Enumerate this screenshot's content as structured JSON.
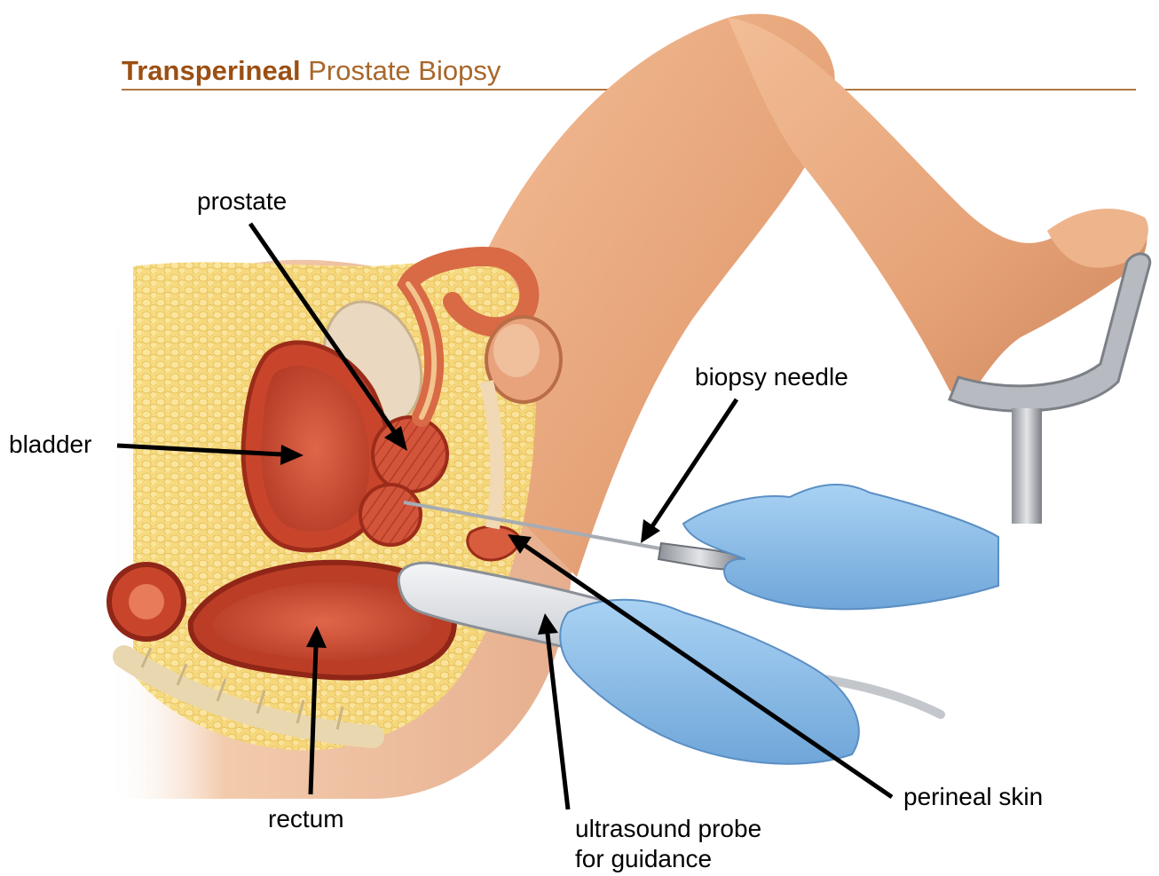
{
  "title": {
    "bold": "Transperineal",
    "rest": "Prostate Biopsy",
    "color": "#9b4f12"
  },
  "labels": {
    "prostate": "prostate",
    "bladder": "bladder",
    "rectum": "rectum",
    "biopsy_needle": "biopsy needle",
    "perineal_skin": "perineal skin",
    "ultrasound_line1": "ultrasound probe",
    "ultrasound_line2": "for guidance"
  },
  "colors": {
    "skin": "#e8a57a",
    "organ": "#c9452c",
    "fat": "#f3d36e",
    "glove": "#8fc1ec",
    "probe": "#d6d8dc",
    "arrow": "#000000",
    "title_rule": "#b0773f"
  }
}
